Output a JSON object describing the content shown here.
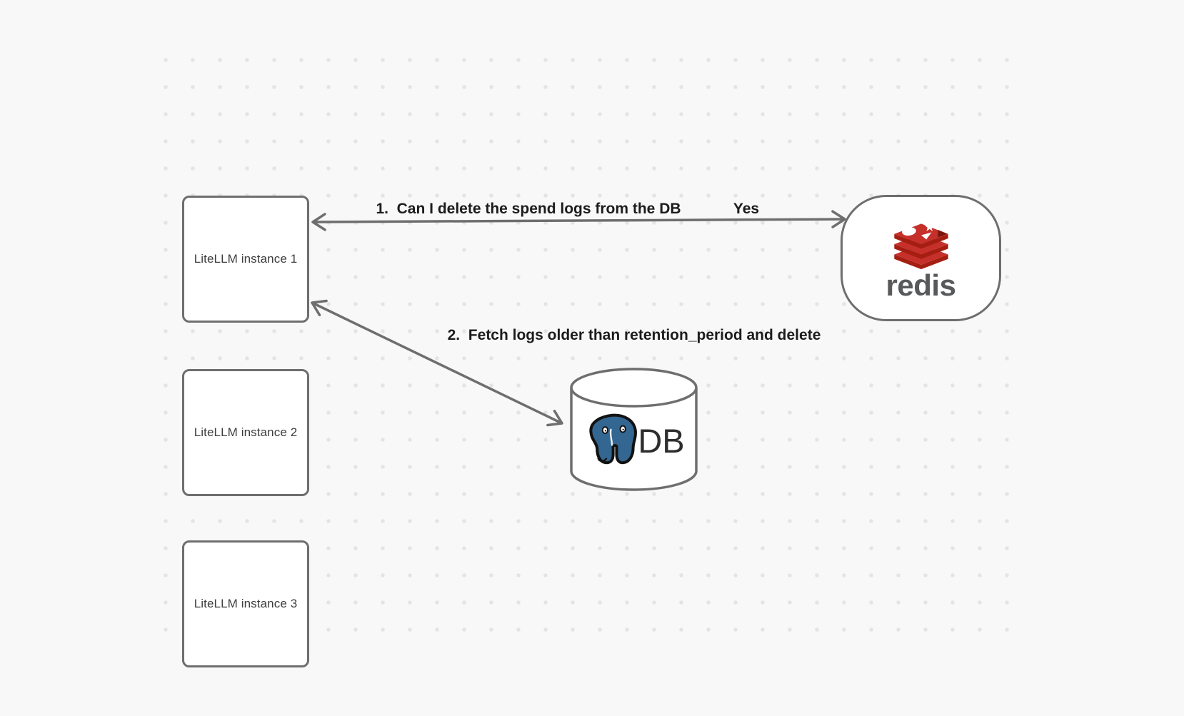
{
  "diagram": {
    "background_color": "#f8f8f8",
    "dot_color": "#e4e4e4",
    "stroke_color": "#6e6e6e",
    "instances": [
      {
        "label": "LiteLLM instance 1"
      },
      {
        "label": "LiteLLM instance 2"
      },
      {
        "label": "LiteLLM instance 3"
      }
    ],
    "redis": {
      "wordmark": "redis",
      "logo_red": "#C6302B",
      "logo_dark_red": "#A41E11"
    },
    "database": {
      "label": "DB",
      "postgres_blue": "#336791"
    },
    "annotations": {
      "arrow1_label": "1.  Can I delete the spend logs from the DB",
      "arrow1_response": "Yes",
      "arrow2_label": "2.  Fetch logs older than retention_period and delete"
    }
  }
}
